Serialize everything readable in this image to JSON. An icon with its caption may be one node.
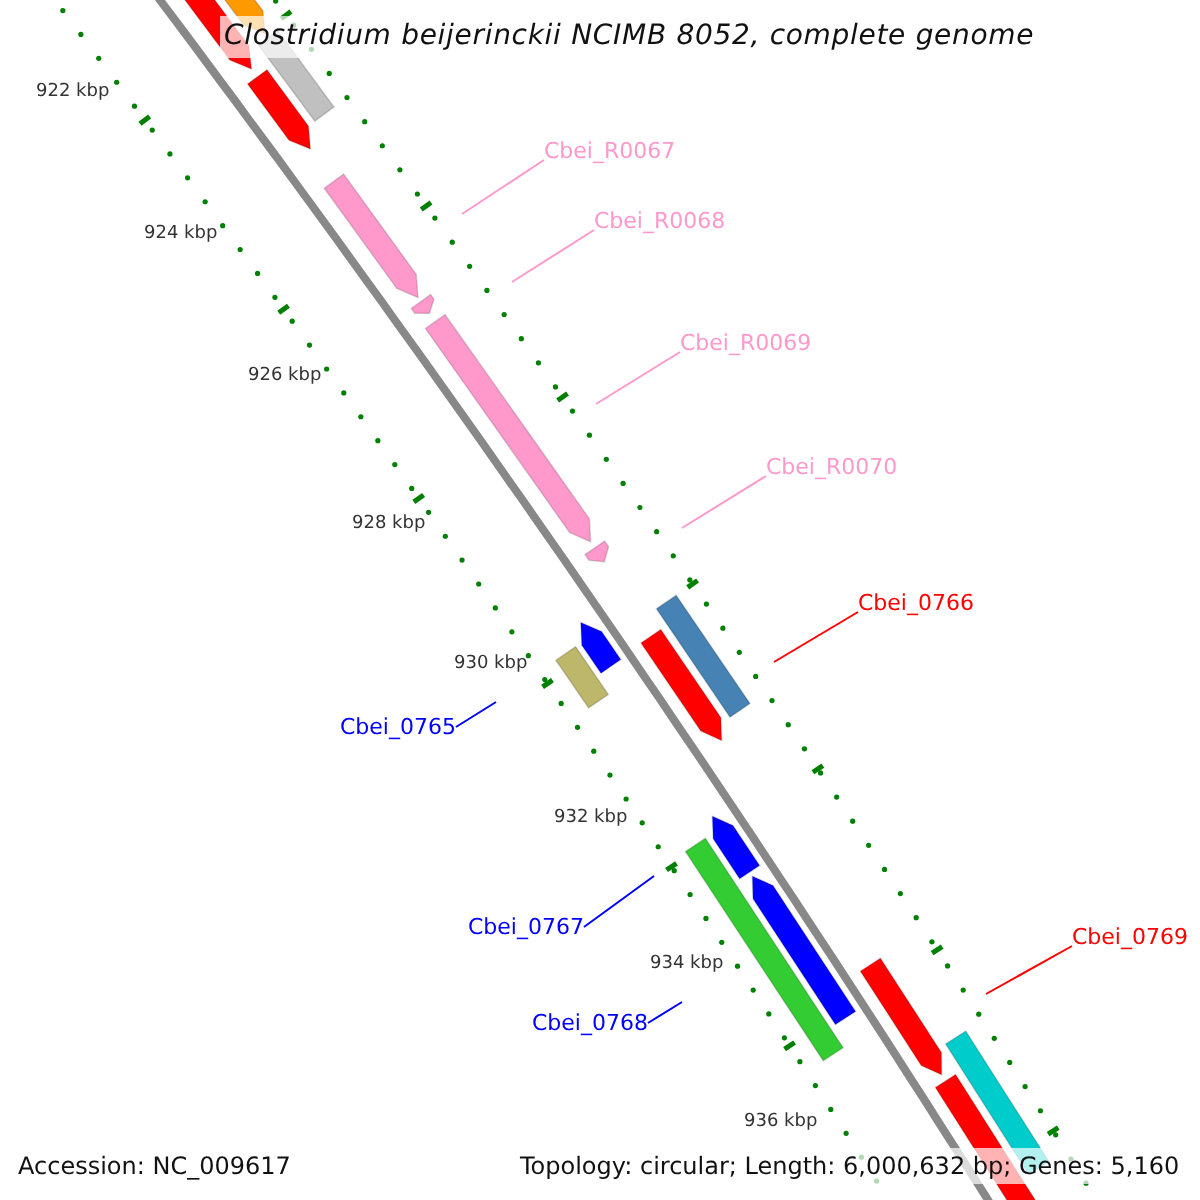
{
  "diagram": {
    "title": "Clostridium beijerinckii NCIMB 8052, complete genome",
    "nodes": [
      {
        "text": [
          "Cbei_R0067"
        ]
      },
      {
        "text": [
          "Cbei_R0068"
        ]
      },
      {
        "text": [
          "Cbei_R0069"
        ]
      },
      {
        "text": [
          "Cbei_R0070"
        ]
      },
      {
        "text": [
          "Cbei_0766"
        ]
      },
      {
        "text": [
          "Cbei_0765"
        ]
      },
      {
        "text": [
          "Cbei_0767"
        ]
      },
      {
        "text": [
          "Cbei_0769"
        ]
      },
      {
        "text": [
          "Cbei_0768"
        ]
      }
    ],
    "edges": [
      {
        "from": 0,
        "to": null,
        "arrow": "none",
        "color": "#ff99cc"
      },
      {
        "from": 1,
        "to": null,
        "arrow": "none",
        "color": "#ff99cc"
      },
      {
        "from": 2,
        "to": null,
        "arrow": "none",
        "color": "#ff99cc"
      },
      {
        "from": 3,
        "to": null,
        "arrow": "none",
        "color": "#ff99cc"
      },
      {
        "from": 4,
        "to": null,
        "arrow": "none",
        "color": "#ff0000"
      },
      {
        "from": 5,
        "to": null,
        "arrow": "none",
        "color": "#0000ff"
      },
      {
        "from": 6,
        "to": null,
        "arrow": "none",
        "color": "#0000ff"
      },
      {
        "from": 7,
        "to": null,
        "arrow": "none",
        "color": "#ff0000"
      },
      {
        "from": 8,
        "to": null,
        "arrow": "none",
        "color": "#0000ff"
      }
    ],
    "labels": [
      "922 kbp",
      "924 kbp",
      "926 kbp",
      "928 kbp",
      "930 kbp",
      "932 kbp",
      "934 kbp",
      "936 kbp",
      "Accession: NC_009617",
      "Topology: circular; Length: 6,000,632 bp; Genes: 5,160"
    ]
  }
}
